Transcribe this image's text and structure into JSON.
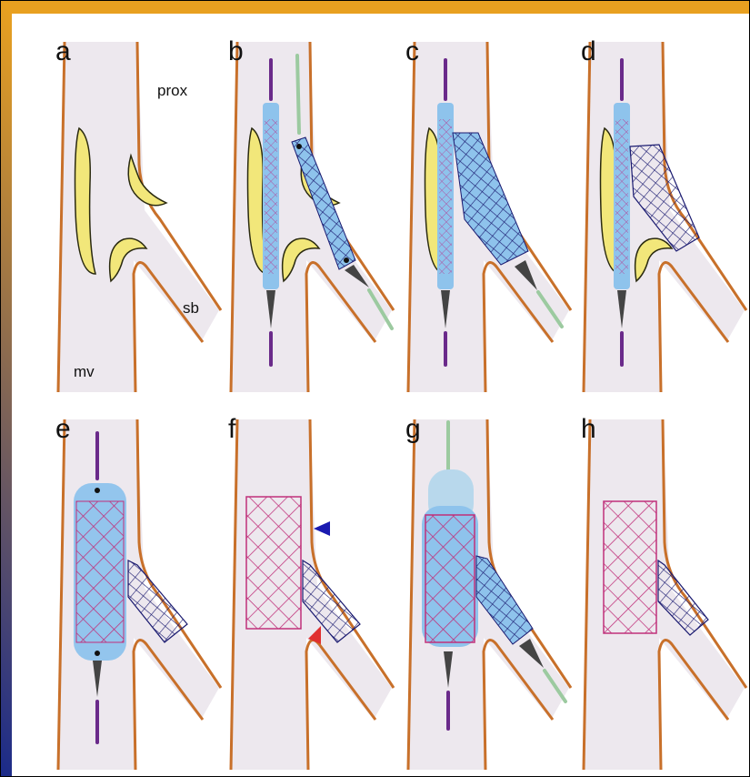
{
  "colors": {
    "frame_gradient": [
      "#1a2a8a",
      "#e8a020"
    ],
    "vessel_fill": "#ede8ee",
    "vessel_wall": "#c8702a",
    "plaque_fill": "#f2e77a",
    "plaque_stroke": "#2a2a10",
    "mv_stent": "#c0307a",
    "sb_stent": "#1a1a70",
    "balloon": "#8ec3ec",
    "balloon_light": "#b8d8ec",
    "wire_purple": "#6a2a8a",
    "wire_green": "#9ccaa0",
    "arrow_blue": "#1a1ab0",
    "arrow_red": "#e03030"
  },
  "panels": [
    {
      "id": "a",
      "label": "a"
    },
    {
      "id": "b",
      "label": "b"
    },
    {
      "id": "c",
      "label": "c"
    },
    {
      "id": "d",
      "label": "d"
    },
    {
      "id": "e",
      "label": "e"
    },
    {
      "id": "f",
      "label": "f"
    },
    {
      "id": "g",
      "label": "g"
    },
    {
      "id": "h",
      "label": "h"
    }
  ],
  "annotations": {
    "prox": "prox",
    "sb": "sb",
    "mv": "mv"
  }
}
